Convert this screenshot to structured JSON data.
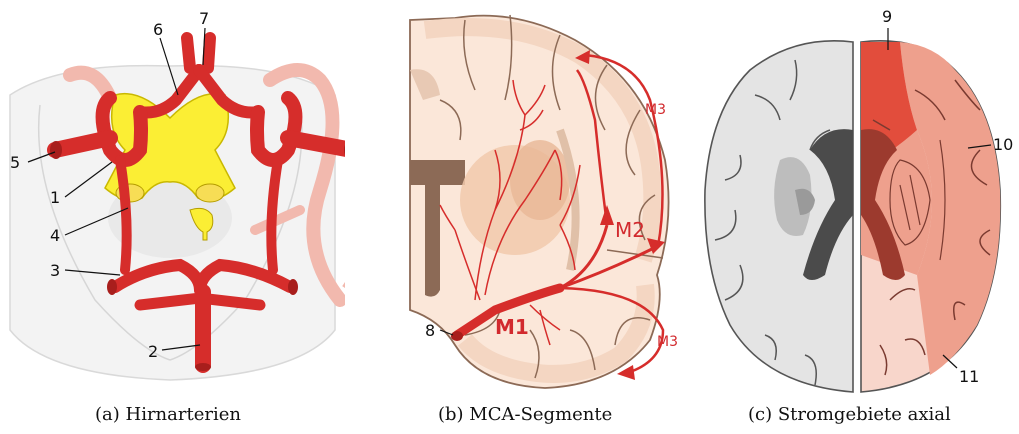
{
  "panels": [
    {
      "caption": "(a) Hirnarterien",
      "labels": [
        "1",
        "2",
        "3",
        "4",
        "5",
        "6",
        "7"
      ]
    },
    {
      "caption": "(b) MCA-Segmente",
      "labels": [
        "8",
        "M1",
        "M2",
        "M3",
        "M3"
      ]
    },
    {
      "caption": "(c) Stromgebiete axial",
      "labels": [
        "9",
        "10",
        "11"
      ]
    }
  ],
  "colors": {
    "artery": "#d62d2b",
    "artery_dark": "#a81e1c",
    "artery_light": "#f2b9ae",
    "chiasm": "#fbee34",
    "brain_white": "#fbe7d9",
    "territory_aca": "#e24d3c",
    "territory_mca": "#eea08d",
    "territory_pca": "#f8d6cb",
    "gray_hemisphere": "#e4e4e4",
    "label_red": "#d22a2e"
  }
}
